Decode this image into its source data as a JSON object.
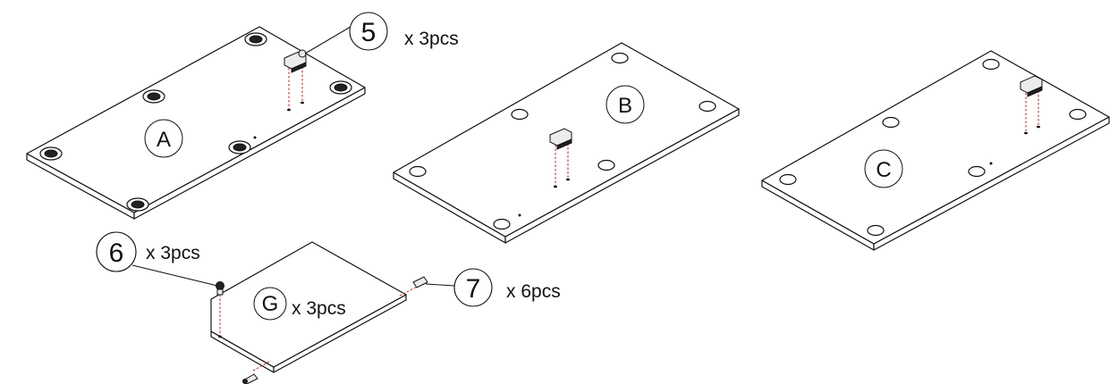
{
  "panels": {
    "A": {
      "label": "A"
    },
    "B": {
      "label": "B"
    },
    "C": {
      "label": "C"
    },
    "G": {
      "label": "G",
      "quantity": "x 3pcs"
    }
  },
  "parts": {
    "part5": {
      "number": "5",
      "quantity": "x 3pcs"
    },
    "part6": {
      "number": "6",
      "quantity": "x 3pcs"
    },
    "part7": {
      "number": "7",
      "quantity": "x 6pcs"
    }
  },
  "colors": {
    "guide_line": "#cc1f1f",
    "line": "#111111",
    "background": "#ffffff"
  },
  "icons": {
    "cam_lock": "cam-lock-icon",
    "cam_bolt": "cam-bolt-icon",
    "dowel": "dowel-icon",
    "glide": "leveling-glide-icon"
  }
}
